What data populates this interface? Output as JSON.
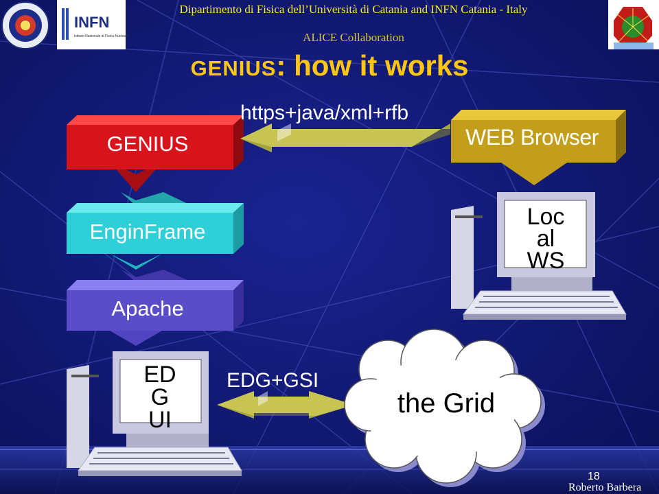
{
  "header": {
    "department": "Dipartimento di Fisica dell’Università di Catania and INFN Catania - Italy",
    "collaboration": "ALICE Collaboration"
  },
  "title": {
    "prefix": "GENIUS",
    "suffix": ": how it works"
  },
  "stack": {
    "genius": "GENIUS",
    "enginframe": "EnginFrame",
    "apache": "Apache"
  },
  "browser": {
    "label": "WEB Browser",
    "workstation": "Loc\nal\nWS"
  },
  "edg_ui": {
    "label": "ED\nG\nUI"
  },
  "protocols": {
    "top": "https+java/xml+rfb",
    "bottom": "EDG+GSI"
  },
  "grid": {
    "label": "the Grid"
  },
  "logos": {
    "infn_name": "INFN",
    "infn_subtitle": "Istituto Nazionale di Fisica Nucleare"
  },
  "footer": {
    "slide_number": "18",
    "author": "Roberto Barbera"
  },
  "colors": {
    "background": "#0c1466",
    "title": "#ffc614",
    "genius": "#d7141c",
    "enginframe": "#2ecfd6",
    "apache": "#5a4ec8",
    "browser": "#c29e1a",
    "arrow": "#c8c454"
  }
}
